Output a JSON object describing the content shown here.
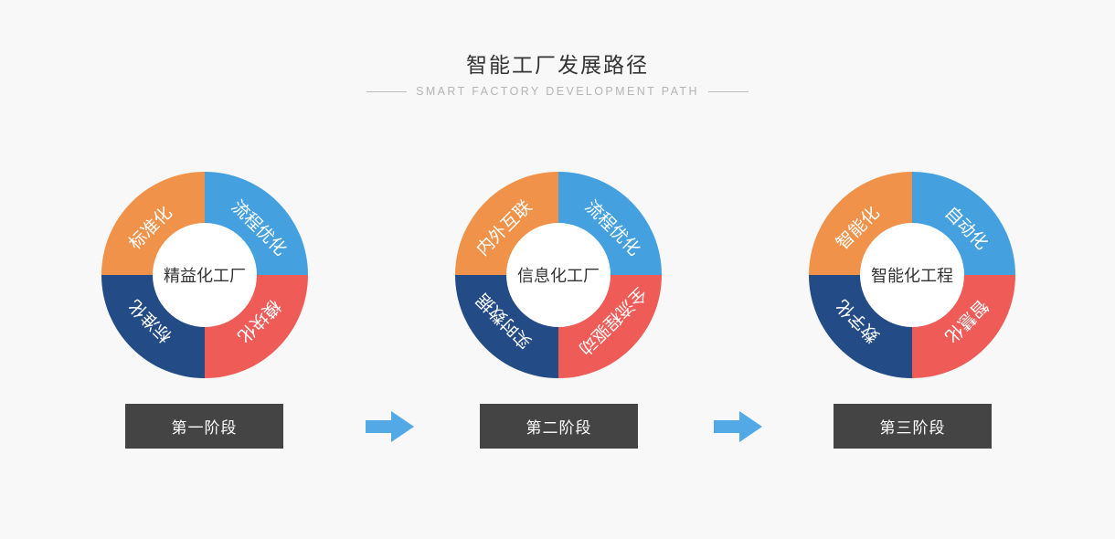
{
  "title": "智能工厂发展路径",
  "subtitle": "SMART FACTORY DEVELOPMENT PATH",
  "colors": {
    "orange": "#F0924A",
    "blue": "#45A0E0",
    "red": "#EF5B57",
    "navy": "#234B86",
    "arrow": "#53A8E6",
    "button": "#444444"
  },
  "stages": [
    {
      "center": "精益化工厂",
      "top_left": "标准化",
      "top_right": "流程优化",
      "bottom_left": "标准化",
      "bottom_right": "模块化",
      "button": "第一阶段"
    },
    {
      "center": "信息化工厂",
      "top_left": "内外互联",
      "top_right": "流程优化",
      "bottom_left": "实时数据",
      "bottom_right": "全流程驱动",
      "button": "第二阶段"
    },
    {
      "center": "智能化工程",
      "top_left": "智能化",
      "top_right": "自动化",
      "bottom_left": "数字化",
      "bottom_right": "智慧化",
      "button": "第三阶段"
    }
  ],
  "arrows": [
    {
      "icon": "right-arrow-icon"
    },
    {
      "icon": "right-arrow-icon"
    }
  ]
}
